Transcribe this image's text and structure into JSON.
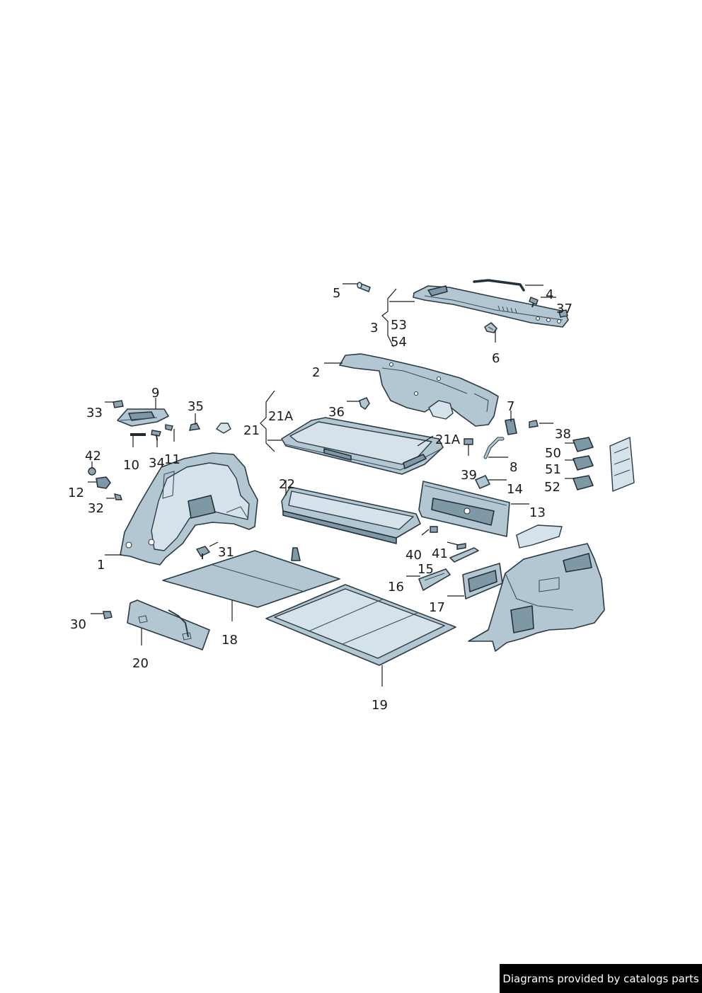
{
  "labels": {
    "l1": "1",
    "l2": "2",
    "l3": "3",
    "l4": "4",
    "l5": "5",
    "l6": "6",
    "l7": "7",
    "l8": "8",
    "l9": "9",
    "l10": "10",
    "l11": "11",
    "l12": "12",
    "l13": "13",
    "l14": "14",
    "l15": "15",
    "l16": "16",
    "l17": "17",
    "l18": "18",
    "l19": "19",
    "l20": "20",
    "l21": "21",
    "l21a_top": "21A",
    "l21a_right": "21A",
    "l22": "22",
    "l30": "30",
    "l31": "31",
    "l32": "32",
    "l33": "33",
    "l34": "34",
    "l35": "35",
    "l36": "36",
    "l37": "37",
    "l38": "38",
    "l39": "39",
    "l40": "40",
    "l41": "41",
    "l42": "42",
    "l50": "50",
    "l51": "51",
    "l52": "52",
    "l53": "53",
    "l54": "54"
  },
  "footer": {
    "text": "Diagrams provided by catalogs parts"
  },
  "colors": {
    "part_fill": "#b3c7d2",
    "part_dark": "#7f98a6",
    "outline": "#2b3a44",
    "footer_bg": "#000000"
  }
}
